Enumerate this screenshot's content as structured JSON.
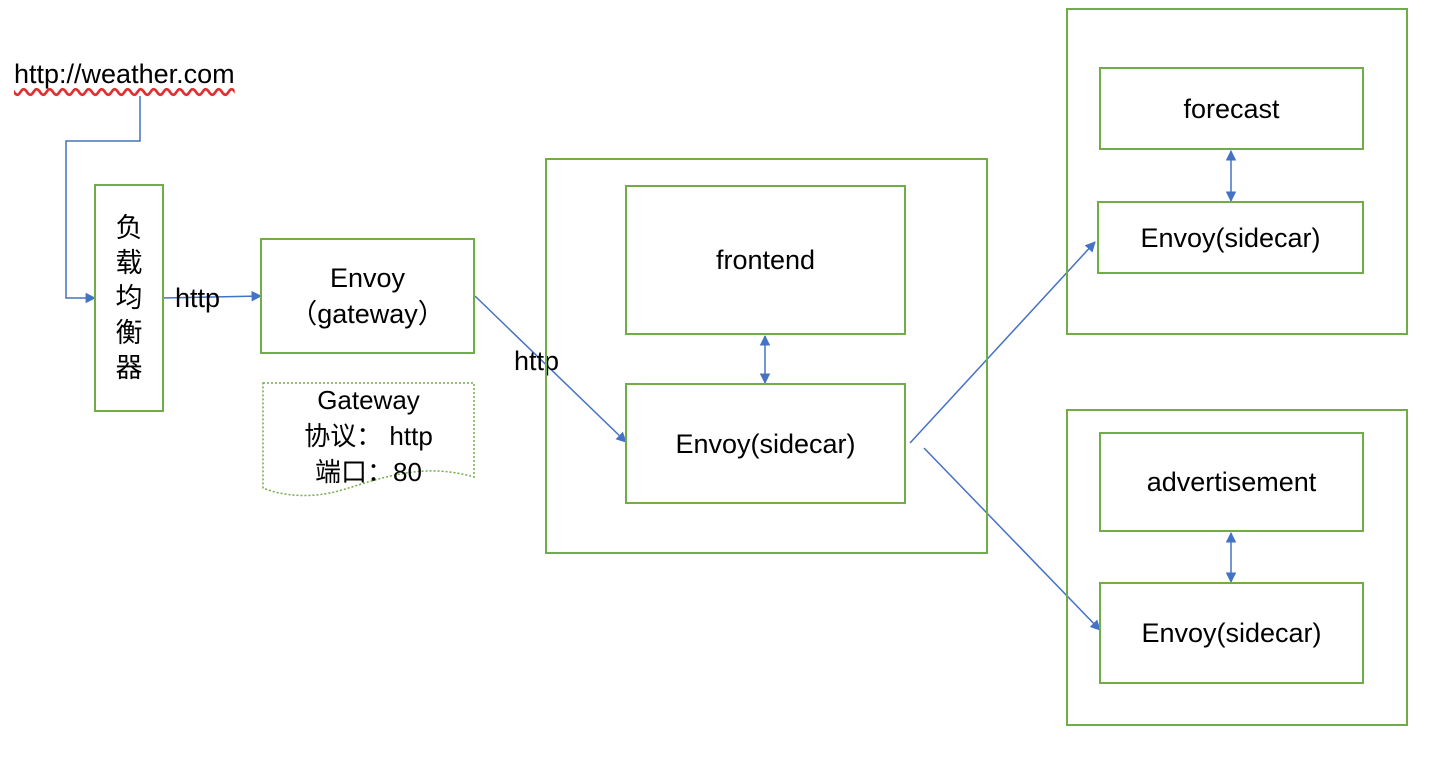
{
  "url": {
    "text": "http://weather.com"
  },
  "load_balancer": {
    "chars": [
      "负",
      "载",
      "均",
      "衡",
      "器"
    ]
  },
  "gateway": {
    "line1": "Envoy",
    "line2": "（gateway）"
  },
  "gateway_note": {
    "lines": [
      "Gateway",
      "协议： http",
      "端口：80"
    ]
  },
  "edge_labels": {
    "lb_to_gateway": "http",
    "gateway_to_frontend": "http"
  },
  "frontend_pod": {
    "service": "frontend",
    "sidecar": "Envoy(sidecar)"
  },
  "forecast_pod": {
    "service": "forecast",
    "sidecar": "Envoy(sidecar)"
  },
  "advertisement_pod": {
    "service": "advertisement",
    "sidecar": "Envoy(sidecar)"
  },
  "colors": {
    "border": "#70ad47",
    "arrow": "#4472c4",
    "spellcheck_underline": "#e03030"
  }
}
